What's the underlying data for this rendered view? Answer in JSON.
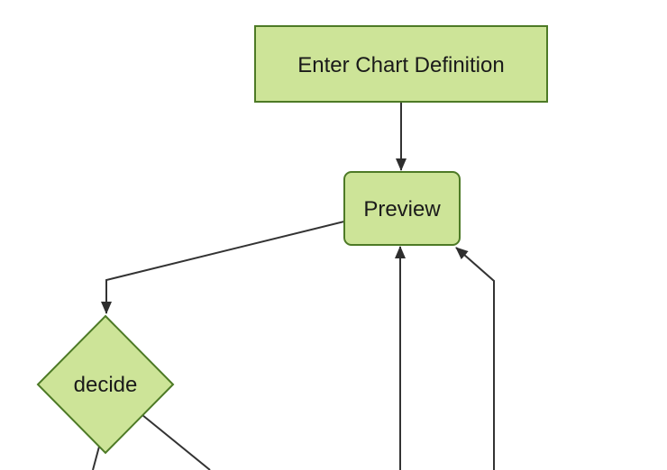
{
  "diagram": {
    "type": "flowchart",
    "orientation": "top-down",
    "colors": {
      "background": "#ffffff",
      "node_fill": "#cde498",
      "node_border": "#4d7a26",
      "edge": "#333333",
      "arrowhead": "#2e2e2e",
      "text": "#1a1a1a"
    },
    "nodes": [
      {
        "id": "enter-chart-definition",
        "label": "Enter Chart Definition",
        "shape": "rectangle"
      },
      {
        "id": "preview",
        "label": "Preview",
        "shape": "rounded-rectangle"
      },
      {
        "id": "decide",
        "label": "decide",
        "shape": "diamond"
      }
    ],
    "edges": [
      {
        "from": "enter-chart-definition",
        "to": "preview",
        "arrow": true
      },
      {
        "from": "preview",
        "to": "decide",
        "arrow": true
      },
      {
        "from": "offscreen-bottom",
        "to": "preview",
        "arrow": true
      },
      {
        "from": "offscreen-bottom-right",
        "to": "preview",
        "arrow": true
      },
      {
        "from": "decide",
        "to": "offscreen-bottom-left",
        "arrow": false
      },
      {
        "from": "decide",
        "to": "offscreen-bottom-right",
        "arrow": false
      }
    ]
  }
}
